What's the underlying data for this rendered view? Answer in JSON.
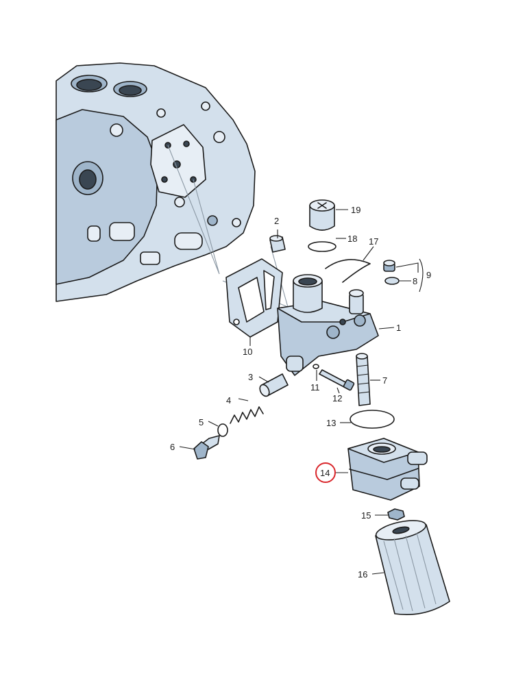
{
  "labels": {
    "n1": "1",
    "n2": "2",
    "n3": "3",
    "n4": "4",
    "n5": "5",
    "n6": "6",
    "n7": "7",
    "n8": "8",
    "n9": "9",
    "n10": "10",
    "n11": "11",
    "n12": "12",
    "n13": "13",
    "n14": "14",
    "n15": "15",
    "n16": "16",
    "n17": "17",
    "n18": "18",
    "n19": "19"
  },
  "highlight": {
    "part": "14",
    "color": "#d9262b"
  }
}
